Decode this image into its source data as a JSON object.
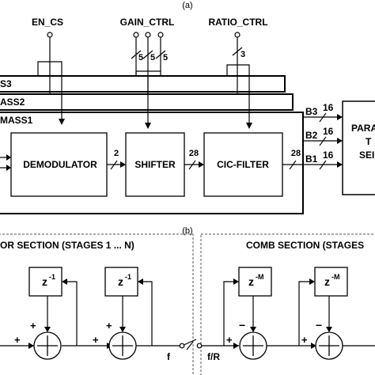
{
  "panel_a": {
    "label": "(a)",
    "inputs": {
      "en_cs": "EN_CS",
      "gain_ctrl": "GAIN_CTRL",
      "ratio_ctrl": "RATIO_CTRL"
    },
    "gain_widths": [
      "5",
      "5",
      "5"
    ],
    "ratio_width": "3",
    "channels": [
      "S3",
      "ASS2",
      "MASS1"
    ],
    "blocks": {
      "demodulator": "DEMODULATOR",
      "shifter": "SHIFTER",
      "cic_filter": "CIC-FILTER",
      "parallel_serial": [
        "PARA",
        "T",
        "SEI"
      ]
    },
    "bus_widths": {
      "demod_to_shifter": "2",
      "shifter_to_cic": "28",
      "cic_out": "28"
    },
    "outputs": [
      {
        "name": "B3",
        "width": "16"
      },
      {
        "name": "B2",
        "width": "16"
      },
      {
        "name": "B1",
        "width": "16"
      }
    ]
  },
  "panel_b": {
    "label": "(b)",
    "integrator_title": "OR SECTION (STAGES 1 ... N)",
    "comb_title": "COMB SECTION (STAGES",
    "integrator_delay": {
      "base": "z",
      "exp": "-1"
    },
    "comb_delay": {
      "base": "z",
      "exp": "-M"
    },
    "signals": {
      "f": "f",
      "f_over_r": "f/R"
    },
    "signs": {
      "plus": "+",
      "minus": "−"
    }
  }
}
